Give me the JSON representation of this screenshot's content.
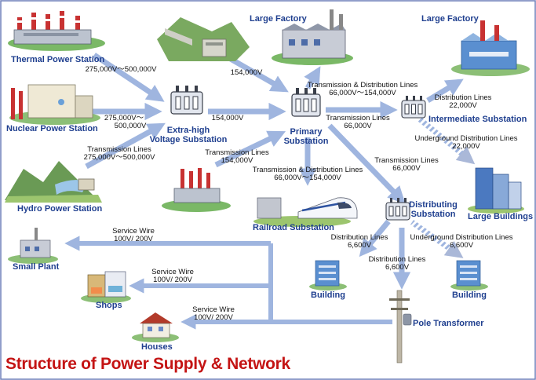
{
  "title": "Structure of Power Supply & Network",
  "nodes": {
    "thermal": "Thermal Power Station",
    "nuclear": "Nuclear Power Station",
    "hydro": "Hydro Power Station",
    "ehv_line1": "Extra-high",
    "ehv_line2": "Voltage Substation",
    "primary_line1": "Primary",
    "primary_line2": "Substation",
    "factory1": "Large Factory",
    "factory2": "Large Factory",
    "intermediate": "Intermediate Substation",
    "railroad": "Railroad Substation",
    "distributing_line1": "Distributing",
    "distributing_line2": "Substation",
    "large_buildings": "Large Buildings",
    "small_plant": "Small Plant",
    "shops": "Shops",
    "houses": "Houses",
    "building_left": "Building",
    "building_right": "Building",
    "pole_transformer": "Pole Transformer"
  },
  "lines": {
    "thermal": "275,000V～500,000V",
    "hydro_top": "154,000V",
    "nuclear_a": "275,000V～",
    "nuclear_b": "500,000V",
    "hydro_a": "Transmission Lines",
    "hydro_b": "275,000V～500,000V",
    "ehv_primary": "154,000V",
    "plant_a": "Transmission Lines",
    "plant_b": "154,000V",
    "td_top_a": "Transmission & Distribution Lines",
    "td_top_b": "66,000V～154,000V",
    "trans66_a": "Transmission Lines",
    "trans66_b": "66,000V",
    "td_rail_a": "Transmission & Distribution Lines",
    "td_rail_b": "66,000V～154,000V",
    "dist22_a": "Distribution Lines",
    "dist22_b": "22,000V",
    "ug22_a": "Underground Distribution Lines",
    "ug22_b": "22,000V",
    "trans66b_a": "Transmission Lines",
    "trans66b_b": "66,000V",
    "dist6600l_a": "Distribution Lines",
    "dist6600l_b": "6,600V",
    "ug6600_a": "Underground Distribution Lines",
    "ug6600_b": "6,600V",
    "dist6600c_a": "Distribution Lines",
    "dist6600c_b": "6,600V",
    "svc1_a": "Service Wire",
    "svc1_b": "100V/ 200V",
    "svc2_a": "Service Wire",
    "svc2_b": "100V/ 200V",
    "svc3_a": "Service Wire",
    "svc3_b": "100V/ 200V"
  },
  "colors": {
    "arrow": "#9fb5df",
    "label": "#1f3f8f",
    "title": "#c41414",
    "frame": "#6d7fb8"
  }
}
